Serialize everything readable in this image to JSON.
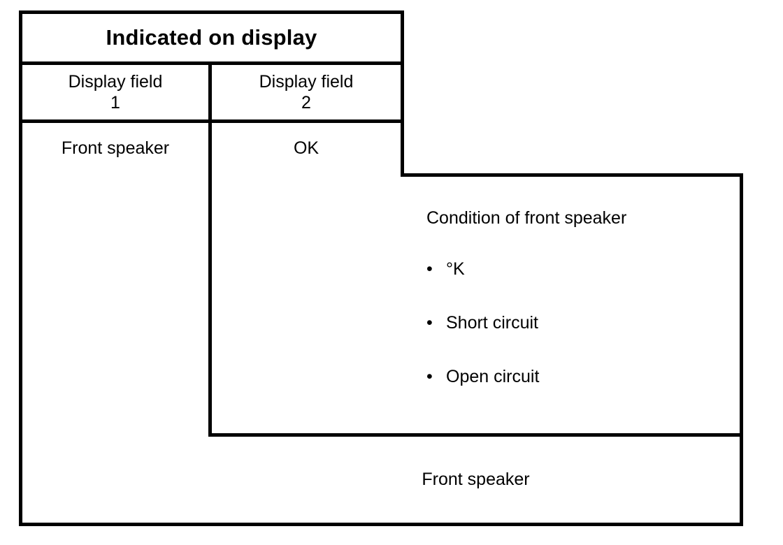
{
  "diagram": {
    "type": "stepped-table",
    "title_row": {
      "label": "Indicated on display"
    },
    "header_row": {
      "columns": [
        {
          "label": "Display field\n1"
        },
        {
          "label": "Display field\n2"
        }
      ]
    },
    "data_row": {
      "cells": [
        {
          "label": "Front speaker"
        },
        {
          "label": "OK"
        }
      ]
    },
    "condition_panel": {
      "heading": "Condition of front speaker",
      "bullet_glyph": "•",
      "items": [
        {
          "label": "°K"
        },
        {
          "label": "Short circuit"
        },
        {
          "label": "Open circuit"
        }
      ]
    },
    "footer_row": {
      "label": "Front speaker"
    },
    "colors": {
      "line": "#000000",
      "background": "#ffffff",
      "text": "#000000"
    }
  }
}
